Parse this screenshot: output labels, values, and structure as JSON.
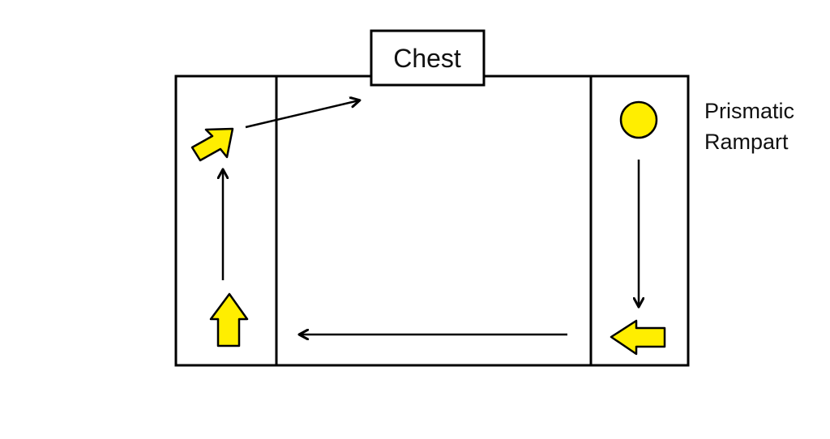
{
  "chest": {
    "label": "Chest"
  },
  "prismatic_rampart": {
    "line1": "Prismatic",
    "line2": "Rampart"
  },
  "colors": {
    "marker_fill": "#ffee00",
    "stroke": "#000000",
    "background": "#ffffff"
  },
  "icons": {
    "start_marker": "yellow-up-arrow-icon",
    "turn_marker": "yellow-left-arrow-icon",
    "exit_marker": "yellow-diagonal-arrow-icon",
    "rampart_marker": "yellow-circle-icon"
  }
}
